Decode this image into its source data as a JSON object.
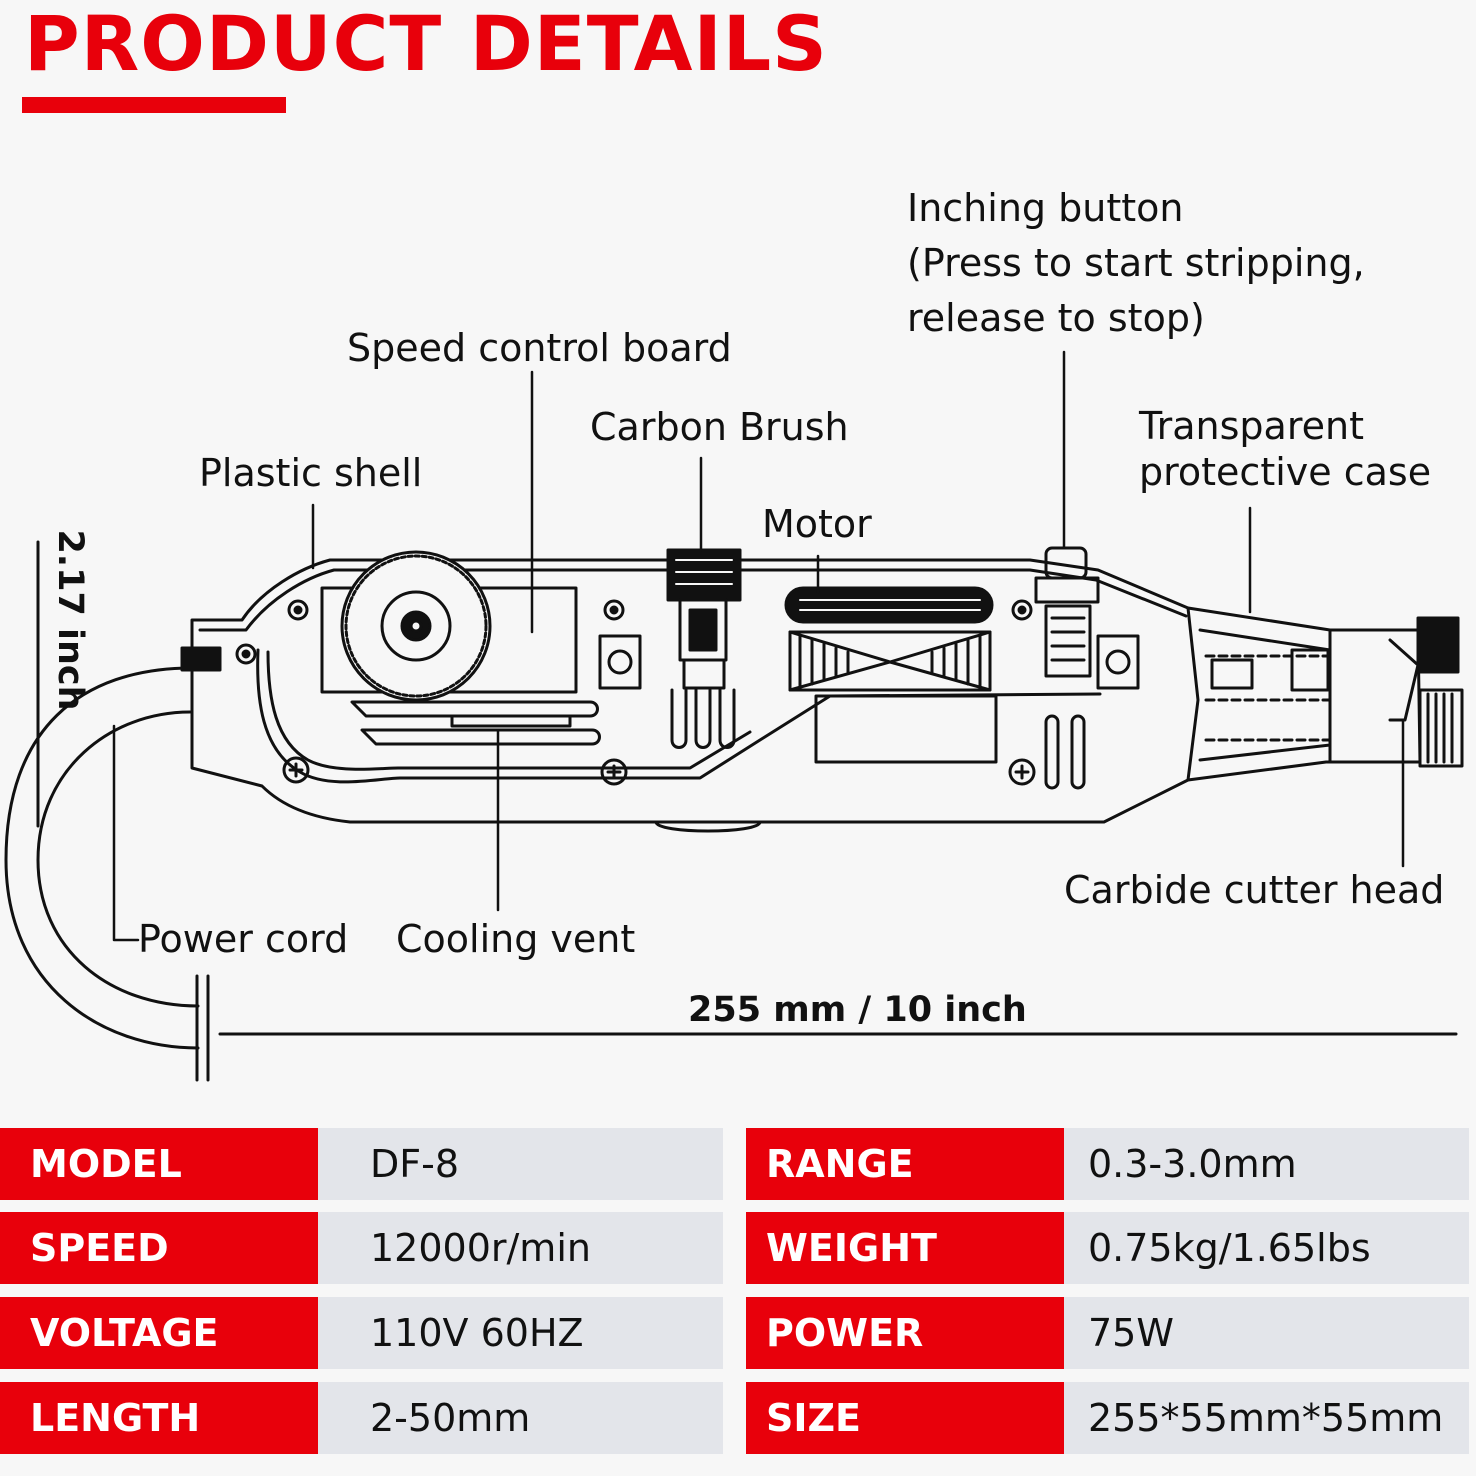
{
  "title": "PRODUCT DETAILS",
  "labels": {
    "inching_button": [
      "Inching button",
      "(Press to start stripping,",
      "release to stop)"
    ],
    "speed_control_board": "Speed control board",
    "carbon_brush": "Carbon Brush",
    "transparent_case": [
      "Transparent",
      "protective case"
    ],
    "plastic_shell": "Plastic shell",
    "motor": "Motor",
    "carbide_cutter_head": "Carbide cutter head",
    "power_cord": "Power cord",
    "cooling_vent": "Cooling vent"
  },
  "dimensions": {
    "length": "255 mm / 10 inch",
    "height": "2.17 inch"
  },
  "specs": [
    {
      "left_key": "MODEL",
      "left_value": "DF-8",
      "right_key": "RANGE",
      "right_value": "0.3-3.0mm"
    },
    {
      "left_key": "SPEED",
      "left_value": "12000r/min",
      "right_key": "WEIGHT",
      "right_value": "0.75kg/1.65lbs"
    },
    {
      "left_key": "VOLTAGE",
      "left_value": "110V 60HZ",
      "right_key": "POWER",
      "right_value": "75W"
    },
    {
      "left_key": "LENGTH",
      "left_value": "2-50mm",
      "right_key": "SIZE",
      "right_value": "255*55mm*55mm"
    }
  ],
  "colors": {
    "accent": "#e8000b",
    "value_bg": "#e3e5ea",
    "background": "#f7f7f7"
  }
}
